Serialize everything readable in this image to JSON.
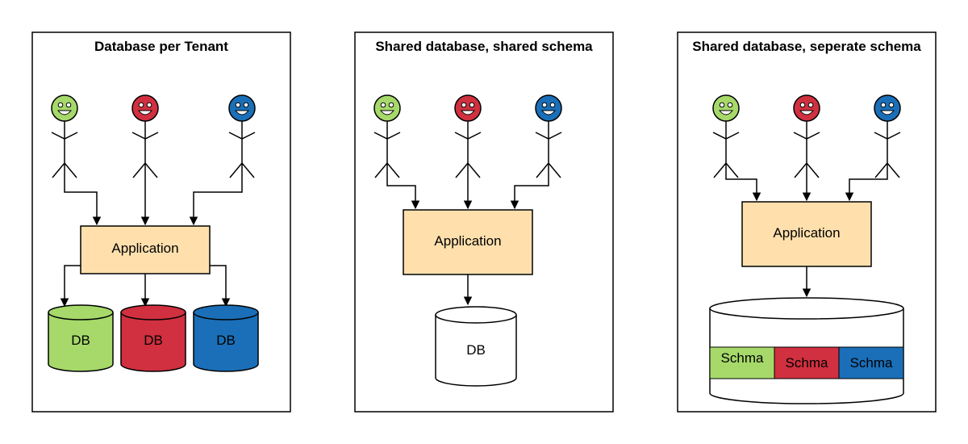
{
  "colors": {
    "green": "#a6d96a",
    "red": "#d0303f",
    "blue": "#1a6fb8",
    "app_fill": "#ffe0ad",
    "white": "#ffffff"
  },
  "panels": [
    {
      "title": "Database per Tenant",
      "application_label": "Application",
      "tenants": [
        "green-user",
        "red-user",
        "blue-user"
      ],
      "databases": [
        {
          "label": "DB",
          "color": "green"
        },
        {
          "label": "DB",
          "color": "red"
        },
        {
          "label": "DB",
          "color": "blue"
        }
      ]
    },
    {
      "title": "Shared database, shared schema",
      "application_label": "Application",
      "tenants": [
        "green-user",
        "red-user",
        "blue-user"
      ],
      "databases": [
        {
          "label": "DB",
          "color": "white"
        }
      ]
    },
    {
      "title": "Shared database, seperate schema",
      "application_label": "Application",
      "tenants": [
        "green-user",
        "red-user",
        "blue-user"
      ],
      "schemas": [
        {
          "label": "Schma",
          "color": "green"
        },
        {
          "label": "Schma",
          "color": "red"
        },
        {
          "label": "Schma",
          "color": "blue"
        }
      ]
    }
  ]
}
